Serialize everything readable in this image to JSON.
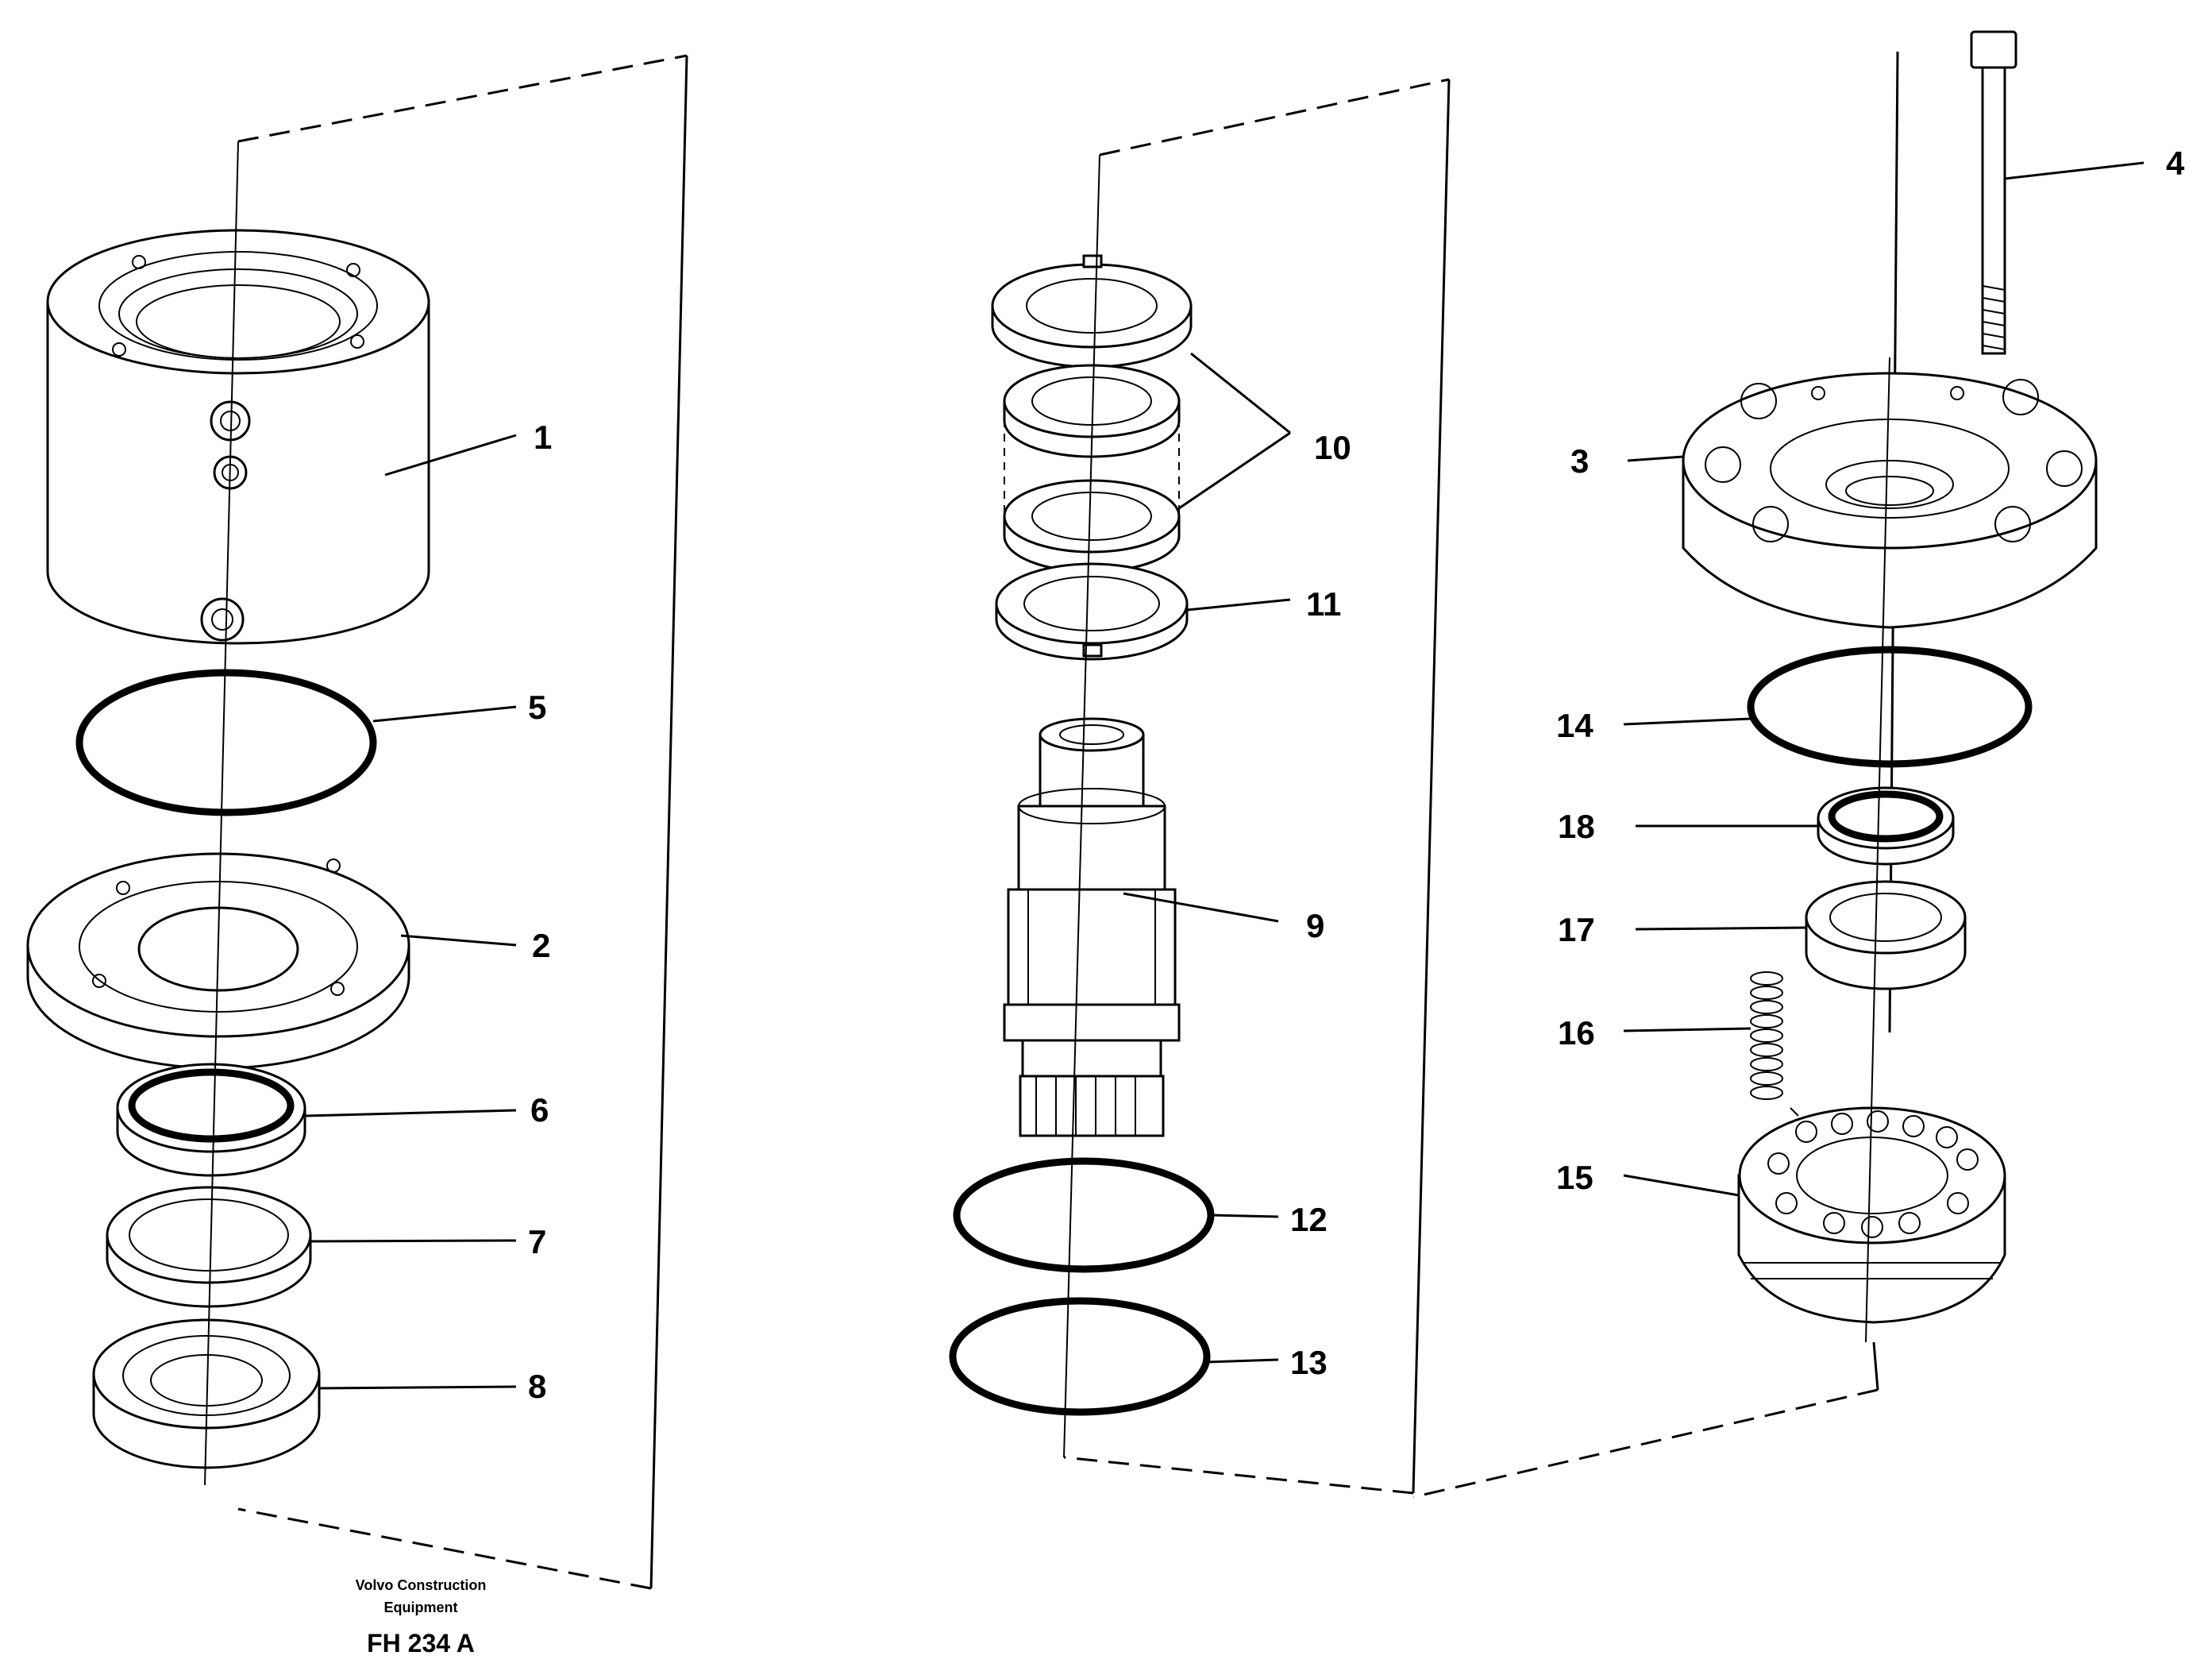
{
  "callouts": {
    "c1": "1",
    "c2": "2",
    "c3": "3",
    "c4": "4",
    "c5": "5",
    "c6": "6",
    "c7": "7",
    "c8": "8",
    "c9": "9",
    "c10": "10",
    "c11": "11",
    "c12": "12",
    "c13": "13",
    "c14": "14",
    "c15": "15",
    "c16": "16",
    "c17": "17",
    "c18": "18"
  },
  "footer": {
    "company_line1": "Volvo Construction",
    "company_line2": "Equipment",
    "drawing_code": "FH 234 A"
  }
}
